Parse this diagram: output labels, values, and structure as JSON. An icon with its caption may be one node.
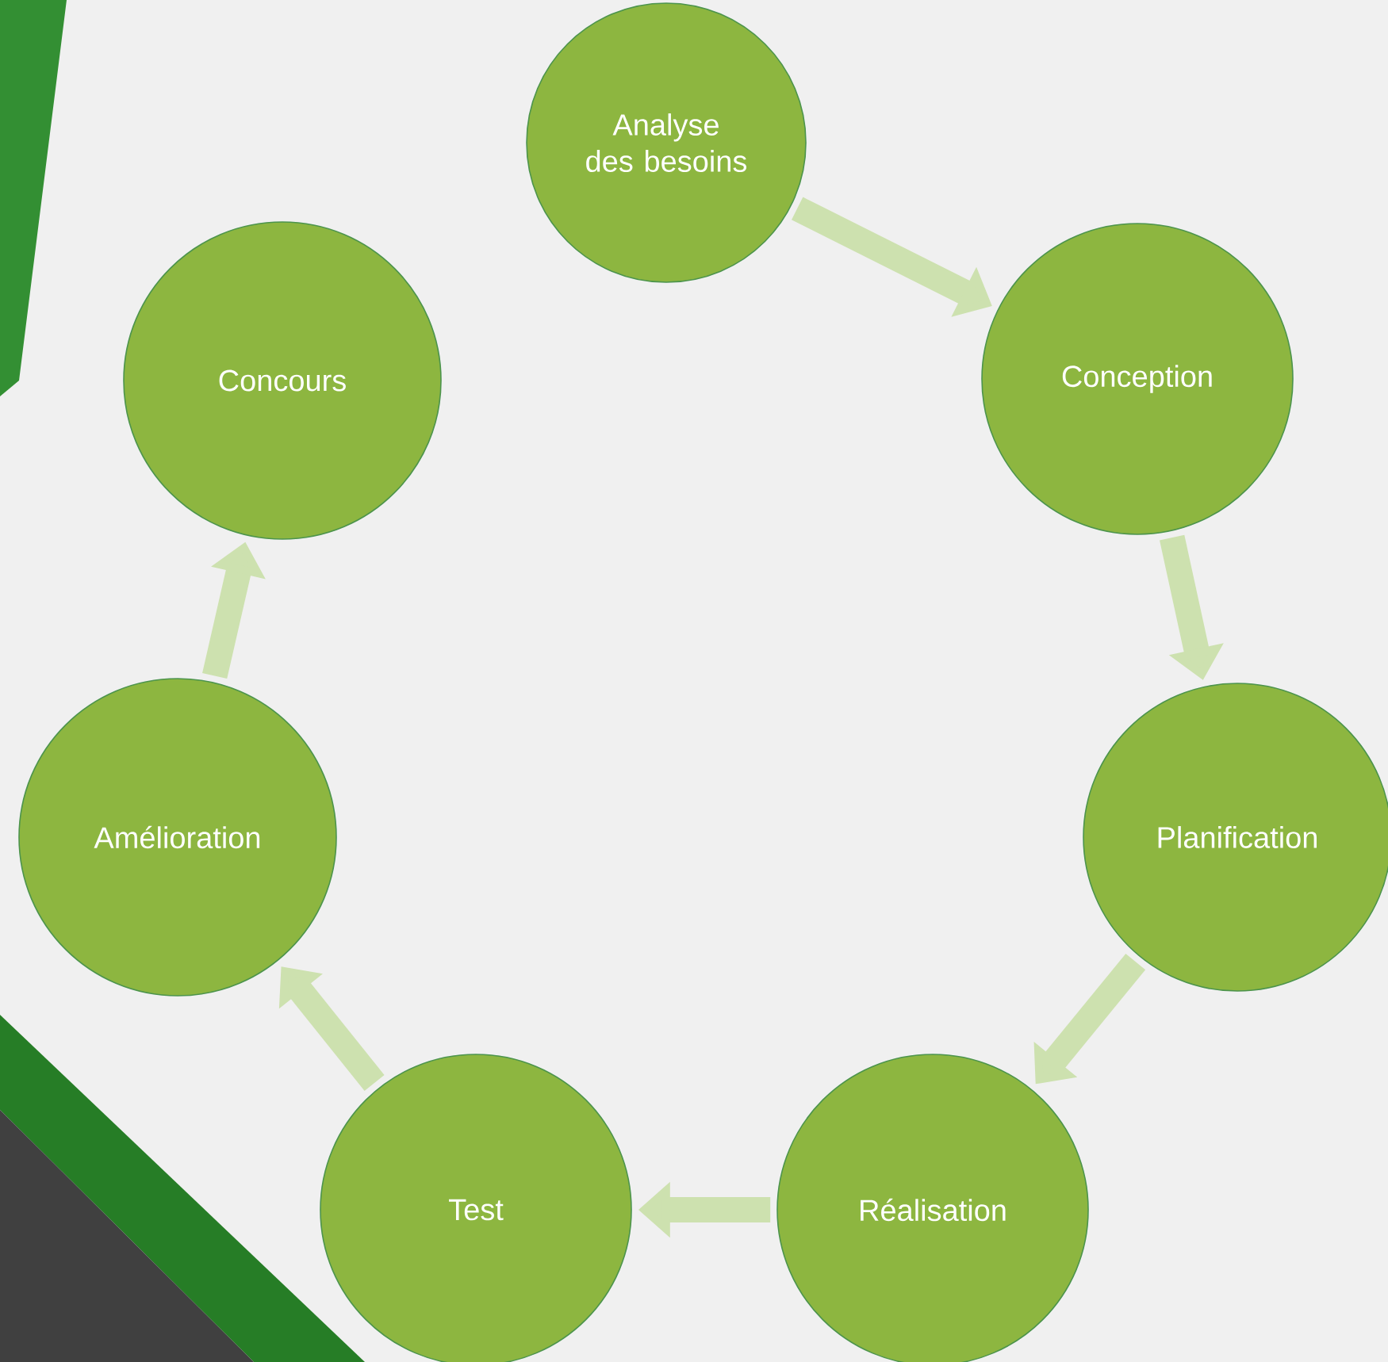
{
  "diagram": {
    "nodes": [
      {
        "text": [
          "Analyse des besoins"
        ]
      },
      {
        "text": [
          "Conception"
        ]
      },
      {
        "text": [
          "Planification"
        ]
      },
      {
        "text": [
          "Réalisation"
        ]
      },
      {
        "text": [
          "Test"
        ]
      },
      {
        "text": [
          "Amélioration"
        ]
      },
      {
        "text": [
          "Concours"
        ]
      }
    ],
    "edges": [
      {
        "from": 0,
        "to": 1,
        "arrow": "to"
      },
      {
        "from": 1,
        "to": 2,
        "arrow": "to"
      },
      {
        "from": 2,
        "to": 3,
        "arrow": "to"
      },
      {
        "from": 3,
        "to": 4,
        "arrow": "to"
      },
      {
        "from": 4,
        "to": 5,
        "arrow": "to"
      },
      {
        "from": 5,
        "to": 6,
        "arrow": "to"
      }
    ]
  }
}
